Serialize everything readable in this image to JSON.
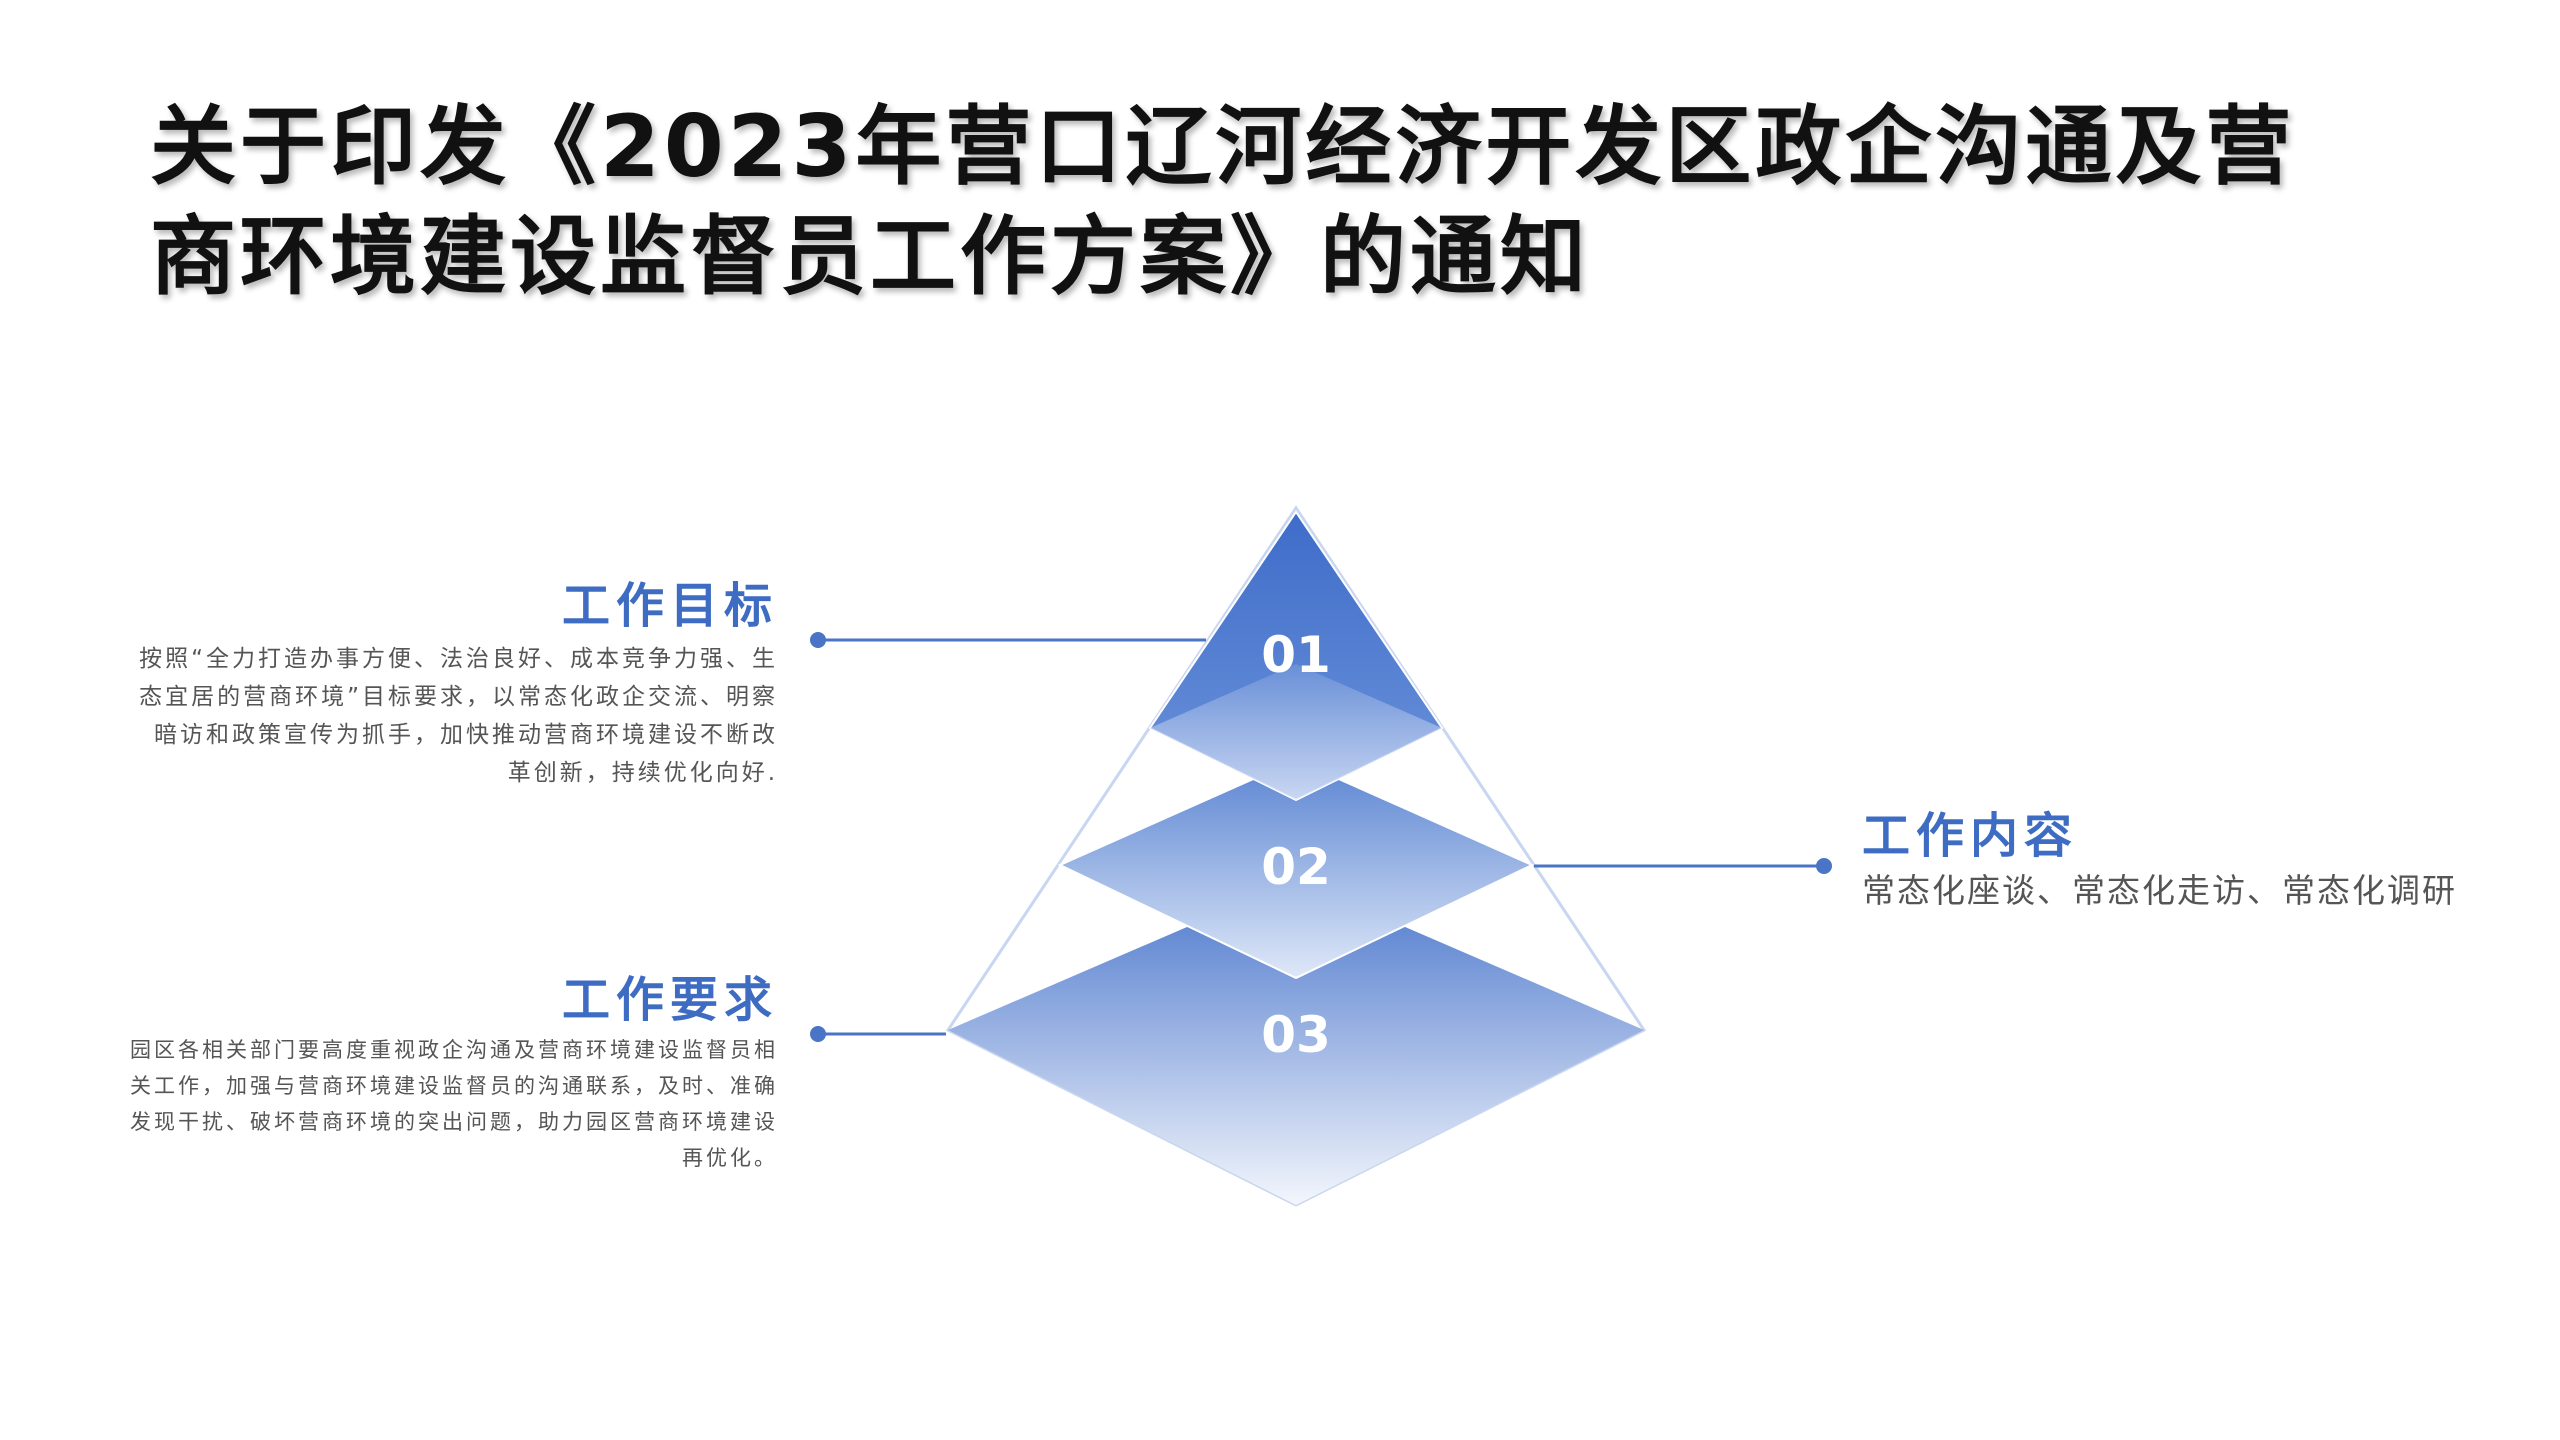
{
  "title": {
    "line1": "关于印发《2023年营口辽河经济开发区政企沟通及营",
    "line2": "商环境建设监督员工作方案》的通知"
  },
  "pyramid": {
    "levels": [
      "01",
      "02",
      "03"
    ],
    "accent_color": "#3d6cc2"
  },
  "sections": {
    "goal": {
      "heading": "工作目标",
      "body": "按照“全力打造办事方便、法治良好、成本竞争力强、生态宜居的营商环境”目标要求，以常态化政企交流、明察暗访和政策宣传为抓手，加快推动营商环境建设不断改革创新，持续优化向好."
    },
    "requirement": {
      "heading": "工作要求",
      "body": "园区各相关部门要高度重视政企沟通及营商环境建设监督员相关工作，加强与营商环境建设监督员的沟通联系，及时、准确发现干扰、破坏营商环境的突出问题，助力园区营商环境建设再优化。"
    },
    "content": {
      "heading": "工作内容",
      "body": "常态化座谈、常态化走访、常态化调研"
    }
  }
}
